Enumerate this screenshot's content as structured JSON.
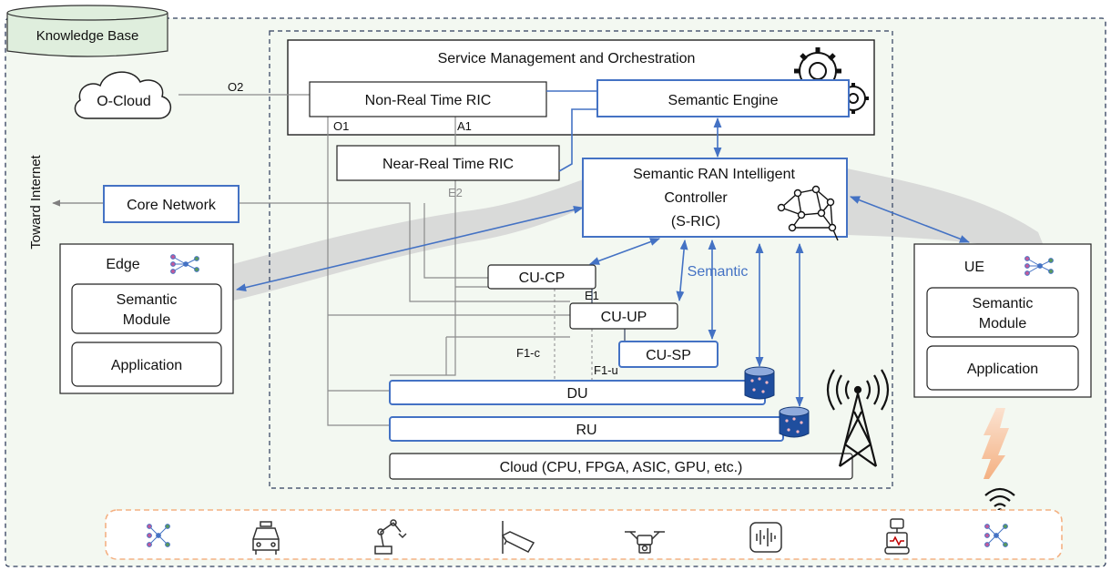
{
  "knowledge_base": "Knowledge Base",
  "o_cloud": "O-Cloud",
  "smo": "Service Management and Orchestration",
  "non_rt_ric": "Non-Real Time RIC",
  "semantic_engine": "Semantic Engine",
  "near_rt_ric": "Near-Real Time RIC",
  "s_ric": {
    "line1": "Semantic RAN Intelligent",
    "line2": "Controller",
    "line3": "(S-RIC)"
  },
  "core_network": "Core Network",
  "toward_internet": "Toward Internet",
  "edge": {
    "title": "Edge",
    "module_line1": "Semantic",
    "module_line2": "Module",
    "app": "Application"
  },
  "ue": {
    "title": "UE",
    "module_line1": "Semantic",
    "module_line2": "Module",
    "app": "Application"
  },
  "cu_cp": "CU-CP",
  "cu_up": "CU-UP",
  "cu_sp": "CU-SP",
  "du": "DU",
  "ru": "RU",
  "cloud": "Cloud (CPU, FPGA, ASIC, GPU, etc.)",
  "semantic_label": "Semantic",
  "interfaces": {
    "o2": "O2",
    "o1": "O1",
    "a1": "A1",
    "e2": "E2",
    "e1": "E1",
    "f1c": "F1-c",
    "f1u": "F1-u"
  },
  "colors": {
    "accent_blue": "#4472c4",
    "gray_line": "#8c8c8c",
    "kb_green": "#dfeedd",
    "bg_green": "#f3f8f1",
    "dashed_navy": "#2f3d5c",
    "device_orange": "#f4b183"
  },
  "devices": [
    "neural-net-icon",
    "taxi-icon",
    "robot-arm-icon",
    "camera-icon",
    "drone-icon",
    "audio-icon",
    "robot-icon",
    "neural-net-icon"
  ]
}
